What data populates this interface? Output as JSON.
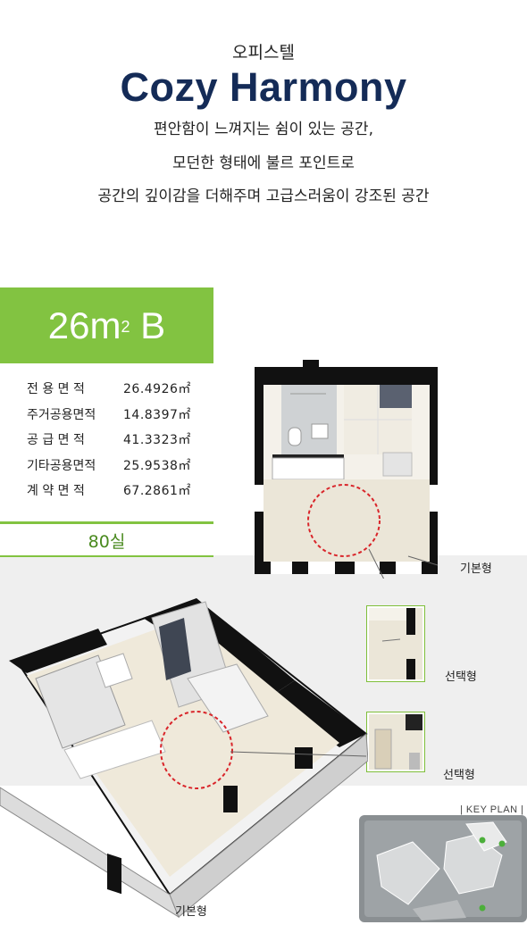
{
  "header": {
    "eyebrow": "오피스텔",
    "title": "Cozy Harmony",
    "lines": [
      "편안함이 느껴지는 쉼이 있는 공간,",
      "모던한 형태에 불르 포인트로",
      "공간의 깊이감을 더해주며 고급스러움이 강조된 공간"
    ]
  },
  "unit": {
    "name_prefix": "26m",
    "name_sup": "2",
    "name_suffix": " B",
    "units_count": "80실"
  },
  "areas": [
    {
      "label": "전 용 면 적",
      "value": "26.4926㎡"
    },
    {
      "label": "주거공용면적",
      "value": "14.8397㎡"
    },
    {
      "label": "공 급 면 적",
      "value": "41.3323㎡"
    },
    {
      "label": "기타공용면적",
      "value": "25.9538㎡"
    },
    {
      "label": "계 약 면 적",
      "value": "67.2861㎡"
    }
  ],
  "plan_labels": {
    "basic_top": "기본형",
    "option_1": "선택형",
    "option_2": "선택형",
    "basic_bottom": "기본형",
    "key_plan": "| KEY PLAN |"
  },
  "colors": {
    "accent_green": "#82c341",
    "title_navy": "#142b57",
    "highlight_red": "#d9252a"
  }
}
